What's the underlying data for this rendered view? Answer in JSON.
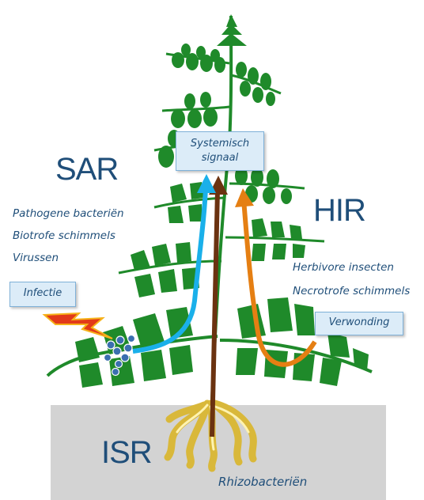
{
  "labels": {
    "sar": "SAR",
    "hir": "HIR",
    "isr": "ISR"
  },
  "sar_causes": [
    "Pathogene bacteriën",
    "Biotrofe schimmels",
    "Virussen"
  ],
  "hir_causes": [
    "Herbivore insecten",
    "Necrotrofe schimmels"
  ],
  "boxes": {
    "signal_line1": "Systemisch",
    "signal_line2": "signaal",
    "infection": "Infectie",
    "wounding": "Verwonding"
  },
  "soil_label": "Rhizobacteriën",
  "colors": {
    "leaf": "#1f8a2a",
    "leaf_dark": "#106a18",
    "soil": "#d3d3d3",
    "sar_arrow": "#1ab0ea",
    "isr_arrow": "#6b3210",
    "hir_arrow": "#e57f13",
    "lightning": "#e23a1a",
    "roots": "#d9b83a"
  }
}
